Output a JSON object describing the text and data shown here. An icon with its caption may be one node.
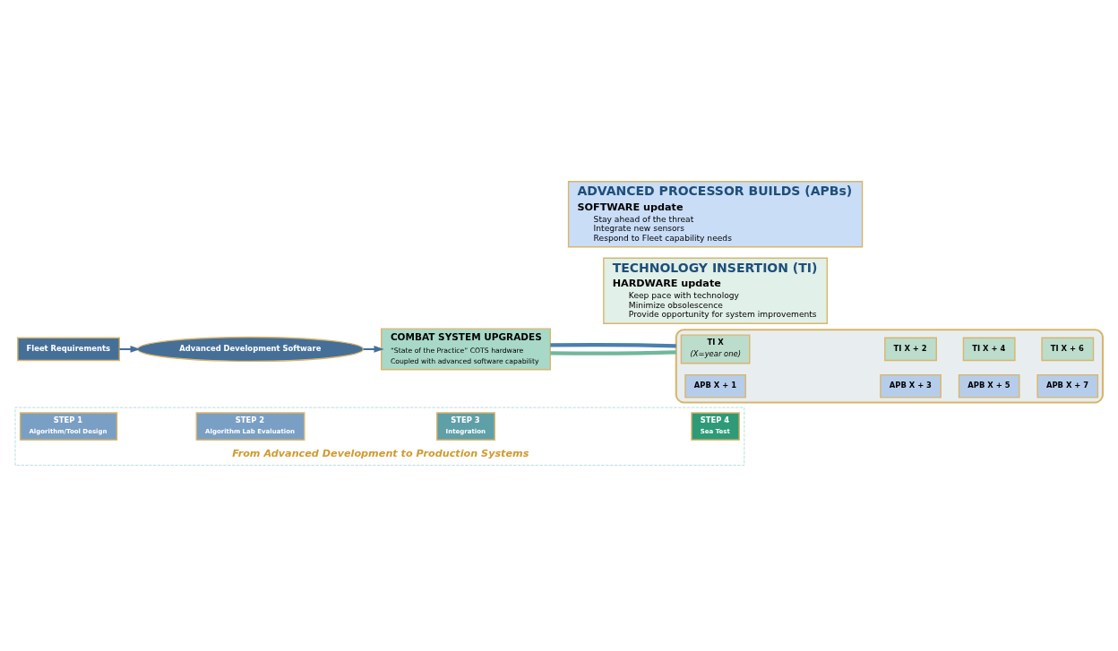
{
  "diagram": {
    "nodes": [
      {
        "text": [
          "From Advanced Development to Production Systems"
        ]
      },
      {
        "text": [
          "STEP 1",
          "Algorithm/Tool Design"
        ],
        "in": 0
      },
      {
        "text": [
          "STEP 2",
          "Algorithm Lab Evaluation"
        ],
        "in": 0
      },
      {
        "text": [
          "STEP 3",
          "Integration"
        ],
        "in": 0
      },
      {
        "text": [
          "STEP 4",
          "Sea Test"
        ],
        "in": 0
      },
      {
        "text": [
          "Fleet Requirements"
        ]
      },
      {
        "text": [
          "Advanced Development Software"
        ]
      },
      {
        "text": [
          "COMBAT SYSTEM UPGRADES",
          "“State of the Practice” COTS hardware",
          "Coupled with advanced software capability"
        ]
      },
      {
        "text": [],
        "shape": "arrow"
      },
      {
        "text": [
          "TI X",
          "(X=year one)"
        ],
        "in": 8
      },
      {
        "text": [
          "TI X + 2"
        ],
        "in": 8
      },
      {
        "text": [
          "TI X + 4"
        ],
        "in": 8
      },
      {
        "text": [
          "TI X + 6"
        ],
        "in": 8
      },
      {
        "text": [
          "APB X + 1"
        ],
        "in": 8
      },
      {
        "text": [
          "APB X + 3"
        ],
        "in": 8
      },
      {
        "text": [
          "APB X + 5"
        ],
        "in": 8
      },
      {
        "text": [
          "APB X + 7"
        ],
        "in": 8
      },
      {
        "text": [
          "TECHNOLOGY INSERTION (TI)",
          "HARDWARE update",
          "Keep pace with technology",
          "Minimize obsolescence",
          "Provide opportunity for system improvements"
        ]
      },
      {
        "text": [
          "ADVANCED PROCESSOR BUILDS (APBs)",
          "SOFTWARE update",
          "Stay ahead of the threat",
          "Integrate new sensors",
          "Respond to Fleet capability needs"
        ]
      }
    ],
    "edges": [
      {
        "from": 5,
        "to": 6,
        "arrow": "to"
      },
      {
        "from": 6,
        "to": 7,
        "arrow": "to"
      },
      {
        "from": 7,
        "to": 8,
        "arrow": "none",
        "style": "thick",
        "color": "#6fb89a"
      },
      {
        "from": 7,
        "to": 8,
        "arrow": "none",
        "style": "thick",
        "color": "#4a7fb0"
      }
    ]
  }
}
